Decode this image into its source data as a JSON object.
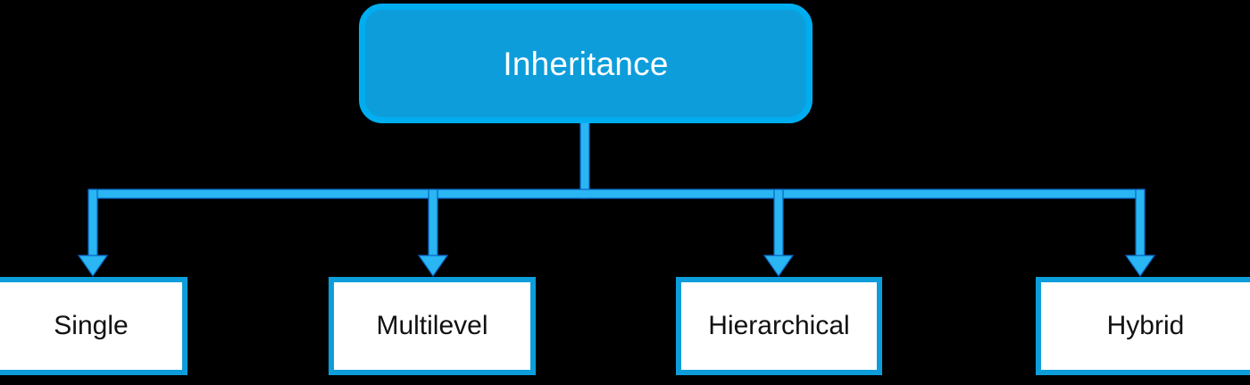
{
  "diagram": {
    "type": "hierarchy-tree",
    "title": "Inheritance",
    "background_color": "#000000",
    "root": {
      "label": "Inheritance",
      "fill_color": "#0D9DDB",
      "border_color": "#00AEEF",
      "text_color": "#FFFFFF"
    },
    "connector": {
      "color": "#0D9DDB",
      "stroke_color": "#00AEEF",
      "style": "orthogonal-bus-with-arrowheads"
    },
    "children": [
      {
        "label": "Single",
        "fill_color": "#FFFFFF",
        "border_color": "#0D9DDB",
        "text_color": "#111111"
      },
      {
        "label": "Multilevel",
        "fill_color": "#FFFFFF",
        "border_color": "#0D9DDB",
        "text_color": "#111111"
      },
      {
        "label": "Hierarchical",
        "fill_color": "#FFFFFF",
        "border_color": "#0D9DDB",
        "text_color": "#111111"
      },
      {
        "label": "Hybrid",
        "fill_color": "#FFFFFF",
        "border_color": "#0D9DDB",
        "text_color": "#111111"
      }
    ]
  }
}
